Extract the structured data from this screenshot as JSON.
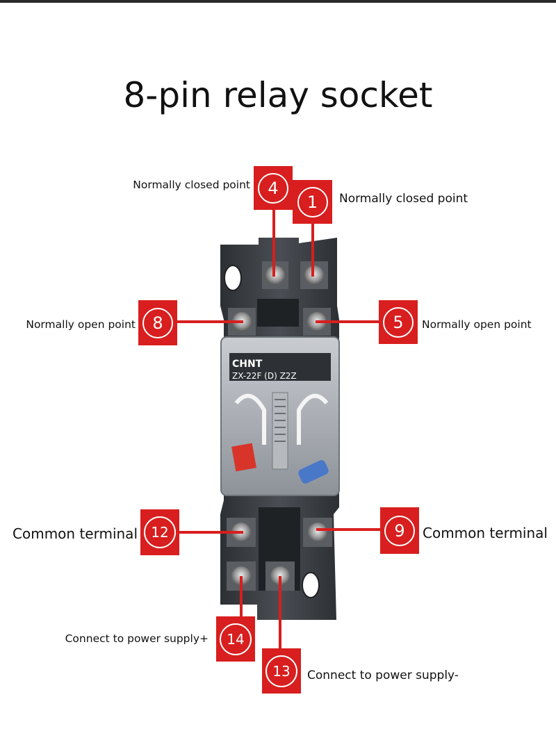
{
  "title": "8-pin relay socket",
  "brand": "CHNT",
  "model": "ZX-22F (D) Z2Z",
  "pins": [
    {
      "number": "4",
      "label": "Normally closed point"
    },
    {
      "number": "1",
      "label": "Normally closed point"
    },
    {
      "number": "8",
      "label": "Normally open point"
    },
    {
      "number": "5",
      "label": "Normally open point"
    },
    {
      "number": "12",
      "label": "Common terminal"
    },
    {
      "number": "9",
      "label": "Common terminal"
    },
    {
      "number": "14",
      "label": "Connect to power supply+"
    },
    {
      "number": "13",
      "label": "Connect to power supply-"
    }
  ],
  "colors": {
    "badge": "#d81e1e",
    "socket": "#3a3d42"
  }
}
